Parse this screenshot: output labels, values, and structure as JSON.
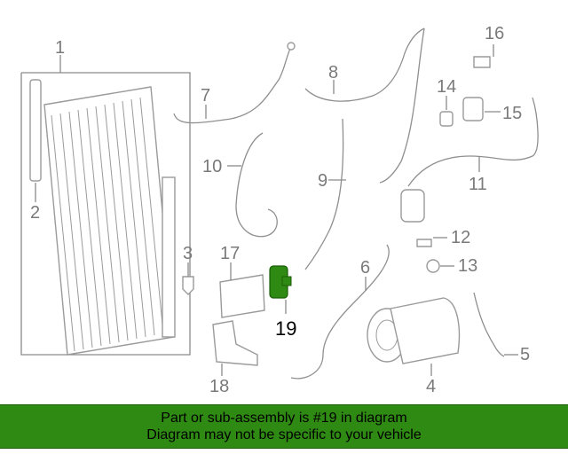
{
  "diagram": {
    "callouts": {
      "c1": "1",
      "c2": "2",
      "c3": "3",
      "c4": "4",
      "c5": "5",
      "c6": "6",
      "c7": "7",
      "c8": "8",
      "c9": "9",
      "c10": "10",
      "c11": "11",
      "c12": "12",
      "c13": "13",
      "c14": "14",
      "c15": "15",
      "c16": "16",
      "c17": "17",
      "c18": "18",
      "c19": "19"
    },
    "highlight_color": "#2f8a14",
    "highlighted_part": "19"
  },
  "banner": {
    "line1": "Part or sub-assembly is #19 in diagram",
    "line2": "Diagram may not be specific to your vehicle",
    "background": "#2f8a14"
  }
}
